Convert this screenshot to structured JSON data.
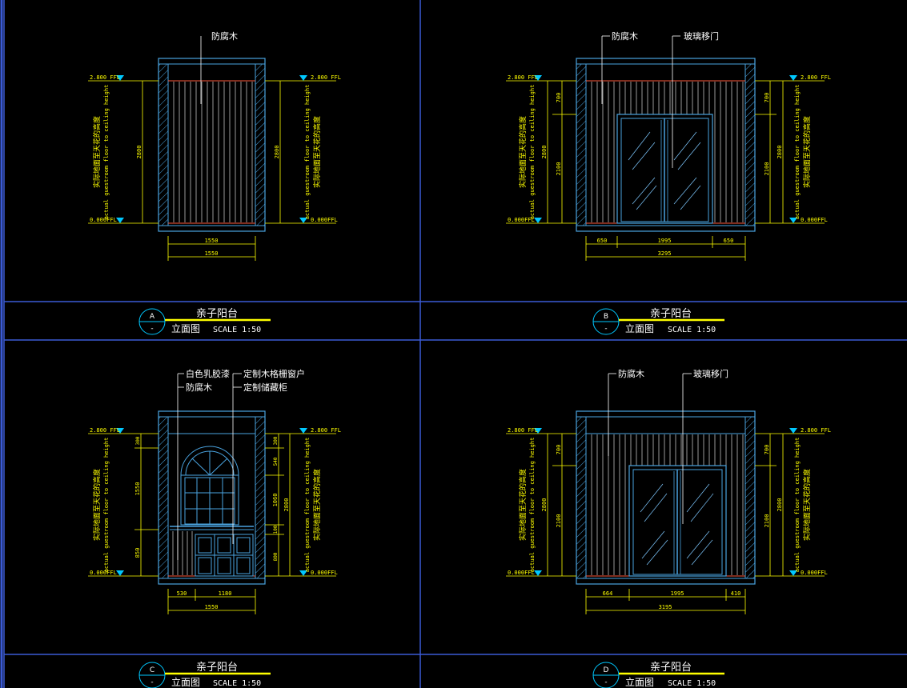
{
  "colors": {
    "background": "#000000",
    "frame": "#3b5bd6",
    "wall": "#4aa3df",
    "hatch": "#e6e6e6",
    "dimension": "#ffff00",
    "marker": "#00c8ff",
    "floor_line": "#ff5a3c",
    "glass": "#7ec8ff",
    "text": "#ffffff",
    "title_bar": "#ffff00"
  },
  "common": {
    "ceiling_level": "2.800 FFL",
    "floor_level": "0.000FFL",
    "height_note_cn": "实际地面至天花的高度",
    "height_note_en": "actual guestroom floor to ceiling height"
  },
  "elevations": {
    "a": {
      "letter": "A",
      "sub": "-",
      "name": "亲子阳台",
      "view": "立面图",
      "scale": "SCALE 1:50",
      "label1": "防腐木",
      "height_total": "2800",
      "width_inner": "1550",
      "width_outer": "1550"
    },
    "b": {
      "letter": "B",
      "sub": "-",
      "name": "亲子阳台",
      "view": "立面图",
      "scale": "SCALE 1:50",
      "label1": "防腐木",
      "label2": "玻璃移门",
      "height_total": "2800",
      "height_top": "700",
      "height_door": "2100",
      "width_left": "650",
      "width_door": "1995",
      "width_right": "650",
      "width_total": "3295"
    },
    "c": {
      "letter": "C",
      "sub": "-",
      "name": "亲子阳台",
      "view": "立面图",
      "scale": "SCALE 1:50",
      "label1": "白色乳胶漆",
      "label2": "防腐木",
      "label3": "定制木格栅窗户",
      "label4": "定制储藏柜",
      "height_total": "2800",
      "height_top": "300",
      "height_arch": "540",
      "height_window": "1550",
      "height_mid": "1060",
      "height_gap": "100",
      "height_cabinet": "850",
      "height_base": "800",
      "width_left": "530",
      "width_right": "1180",
      "width_total": "1550"
    },
    "d": {
      "letter": "D",
      "sub": "-",
      "name": "亲子阳台",
      "view": "立面图",
      "scale": "SCALE 1:50",
      "label1": "防腐木",
      "label2": "玻璃移门",
      "height_total": "2800",
      "height_top": "700",
      "height_door": "2100",
      "width_left": "664",
      "width_door": "1995",
      "width_right": "410",
      "width_total": "3195"
    }
  }
}
